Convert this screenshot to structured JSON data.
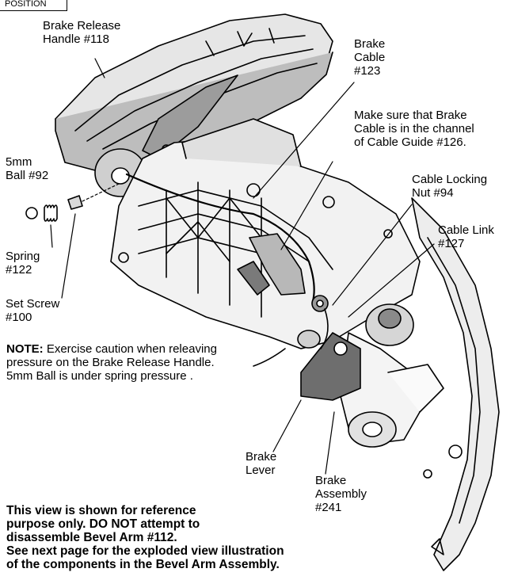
{
  "header_box": "POSITION",
  "labels": {
    "brake_release_handle": "Brake Release\nHandle #118",
    "brake_cable": "Brake\nCable\n#123",
    "make_sure": "Make sure that Brake\nCable is in the channel\nof Cable Guide #126.",
    "ball": "5mm\nBall #92",
    "cable_locking_nut": "Cable Locking\nNut #94",
    "cable_link": "Cable Link\n#127",
    "spring": "Spring\n#122",
    "set_screw": "Set Screw\n#100",
    "brake_lever": "Brake\nLever",
    "brake_assembly": "Brake\nAssembly\n#241"
  },
  "note": {
    "prefix": "NOTE:",
    "text": " Exercise caution when releaving pressure on the Brake Release Handle. 5mm Ball is under spring pressure ."
  },
  "bottom_text": [
    "This view is shown for reference",
    "purpose only. DO NOT attempt to",
    "disassemble Bevel Arm #112.",
    "See next page for the exploded view illustration",
    "of the components in the Bevel Arm Assembly."
  ]
}
